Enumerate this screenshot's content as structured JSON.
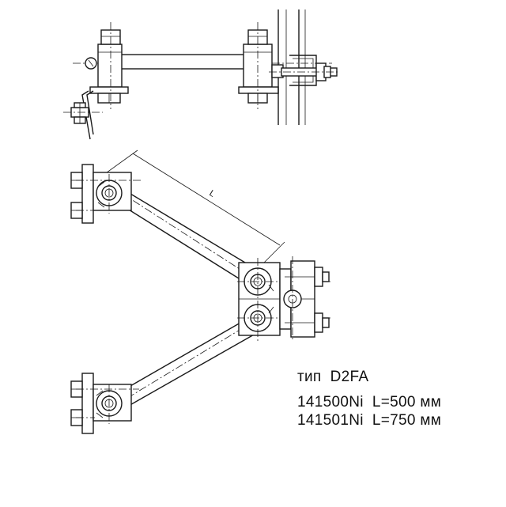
{
  "diagram": {
    "dimension_label": "L",
    "type_label": "тип  D2FA",
    "variants": [
      "141500Ni  L=500 мм",
      "141501Ni  L=750 мм"
    ]
  }
}
